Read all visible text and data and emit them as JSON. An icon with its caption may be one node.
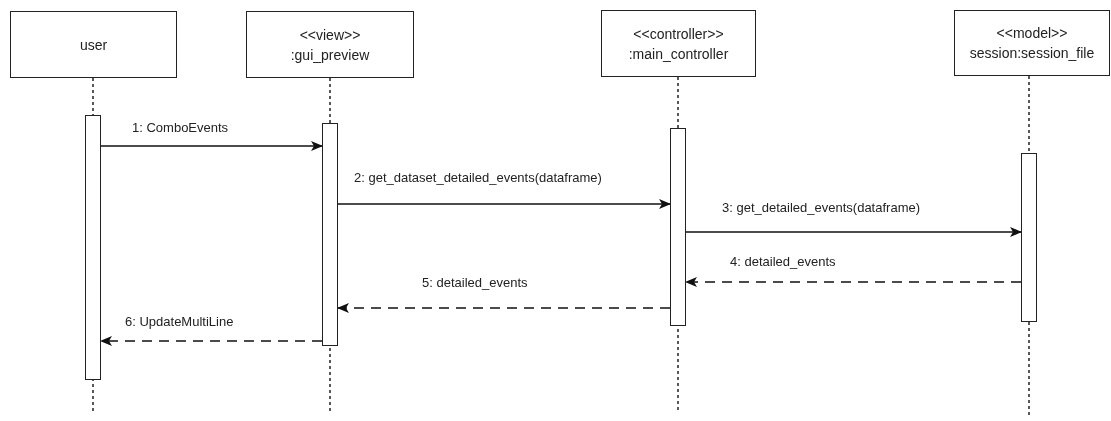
{
  "diagram": {
    "nodes": [
      {
        "text": [
          "user"
        ]
      },
      {
        "text": [
          "<<view>>",
          ":gui_preview"
        ]
      },
      {
        "text": [
          "<<controller>>",
          ":main_controller"
        ]
      },
      {
        "text": [
          "<<model>>",
          "session:session_file"
        ]
      },
      {
        "text": [],
        "shape": "bar"
      },
      {
        "text": [],
        "shape": "bar"
      },
      {
        "text": [],
        "shape": "bar"
      },
      {
        "text": [],
        "shape": "bar"
      }
    ],
    "edges": [
      {
        "from": 4,
        "to": 5,
        "arrow": "to",
        "label": "1: ComboEvents"
      },
      {
        "from": 5,
        "to": 6,
        "arrow": "to",
        "label": "2: get_dataset_detailed_events(dataframe)"
      },
      {
        "from": 6,
        "to": 7,
        "arrow": "to",
        "label": "3: get_detailed_events(dataframe)"
      },
      {
        "from": 7,
        "to": 6,
        "arrow": "to",
        "label": "4: detailed_events",
        "style": "dashed"
      },
      {
        "from": 6,
        "to": 5,
        "arrow": "to",
        "label": "5: detailed_events",
        "style": "dashed"
      },
      {
        "from": 5,
        "to": 4,
        "arrow": "to",
        "label": "6: UpdateMultiLine",
        "style": "dashed"
      }
    ]
  }
}
